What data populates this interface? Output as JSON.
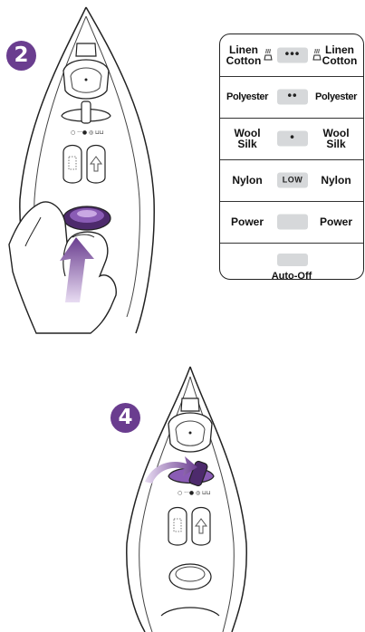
{
  "steps": {
    "top": "2",
    "bottom": "4"
  },
  "panel": {
    "rows": [
      {
        "left": "Linen\nCotton",
        "button": "•••",
        "right": "Linen\nCotton",
        "steam_icon": "steam-icon"
      },
      {
        "left": "Polyester",
        "button": "••",
        "right": "Polyester"
      },
      {
        "left": "Wool\nSilk",
        "button": "•",
        "right": "Wool\nSilk"
      },
      {
        "left": "Nylon",
        "button": "LOW",
        "right": "Nylon"
      },
      {
        "left": "Power",
        "button": "",
        "right": "Power"
      }
    ],
    "auto_off": "Auto-Off"
  },
  "colors": {
    "accent": "#6a3d8f",
    "accent_light": "#b48fd0",
    "panel_button": "#d6d8da"
  }
}
